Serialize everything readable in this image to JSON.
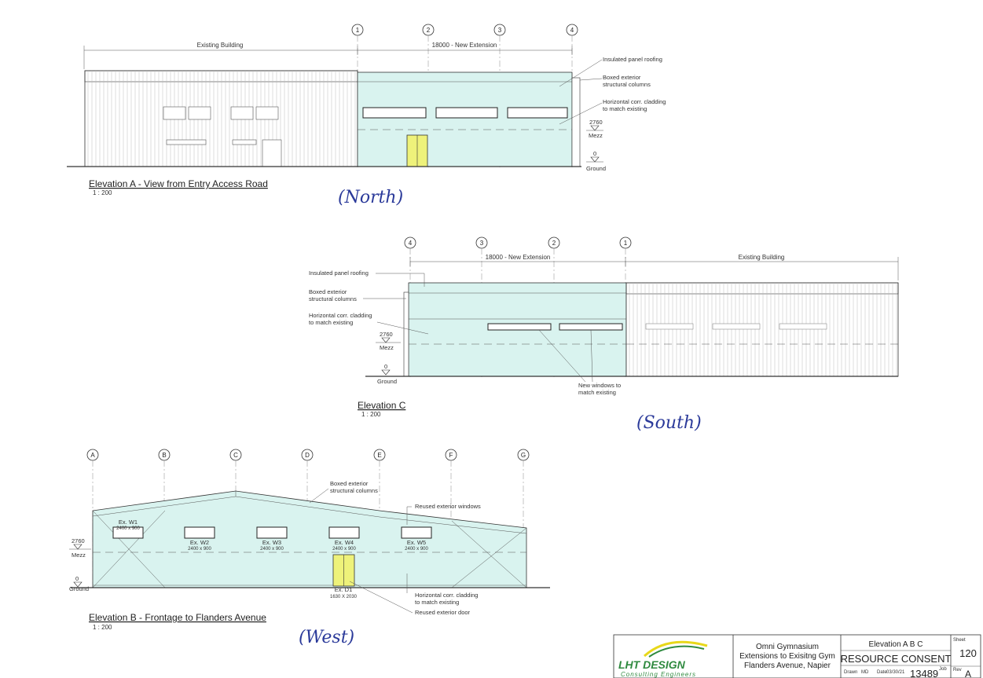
{
  "elevation_a": {
    "title": "Elevation A - View from Entry Access Road",
    "scale": "1 : 200",
    "direction_note": "(North)",
    "grid_labels": [
      "1",
      "2",
      "3",
      "4"
    ],
    "dim_existing": "Existing Building",
    "dim_extension": "18000 - New Extension",
    "notes": {
      "roofing": "Insulated panel roofing",
      "columns_1": "Boxed exterior",
      "columns_2": "structural columns",
      "cladding_1": "Horizontal corr. cladding",
      "cladding_2": "to match existing"
    },
    "levels": {
      "mezz_value": "2760",
      "mezz_label": "Mezz",
      "ground_value": "0",
      "ground_label": "Ground"
    }
  },
  "elevation_c": {
    "title": "Elevation C",
    "scale": "1 : 200",
    "direction_note": "(South)",
    "grid_labels": [
      "4",
      "3",
      "2",
      "1"
    ],
    "dim_extension": "18000 - New Extension",
    "dim_existing": "Existing Building",
    "notes": {
      "roofing": "Insulated panel roofing",
      "columns_1": "Boxed exterior",
      "columns_2": "structural columns",
      "cladding_1": "Horizontal corr. cladding",
      "cladding_2": "to match existing",
      "windows_1": "New windows to",
      "windows_2": "match existing"
    },
    "levels": {
      "mezz_value": "2760",
      "mezz_label": "Mezz",
      "ground_value": "0",
      "ground_label": "Ground"
    }
  },
  "elevation_b": {
    "title": "Elevation B - Frontage to Flanders Avenue",
    "scale": "1 : 200",
    "direction_note": "(West)",
    "grid_labels": [
      "A",
      "B",
      "C",
      "D",
      "E",
      "F",
      "G"
    ],
    "windows": [
      {
        "name": "Ex. W1",
        "size": "2400 x 900"
      },
      {
        "name": "Ex. W2",
        "size": "2400 x 900"
      },
      {
        "name": "Ex. W3",
        "size": "2400 x 900"
      },
      {
        "name": "Ex. W4",
        "size": "2400 x 900"
      },
      {
        "name": "Ex. W5",
        "size": "2400 x 900"
      }
    ],
    "door": {
      "name": "Ex. D1",
      "size": "1630 X 2030"
    },
    "notes": {
      "columns_1": "Boxed exterior",
      "columns_2": "structural columns",
      "reused_windows": "Reused exterior windows",
      "cladding_1": "Horizontal corr. cladding",
      "cladding_2": "to match existing",
      "reused_door": "Reused exterior door"
    },
    "levels": {
      "mezz_value": "2760",
      "mezz_label": "Mezz",
      "ground_value": "0",
      "ground_label": "Ground"
    }
  },
  "title_block": {
    "logo_text": "LHT DESIGN",
    "logo_sub": "Consulting Engineers",
    "project_1": "Omni Gymnasium",
    "project_2": "Extensions to Exisitng Gym",
    "project_3": "Flanders Avenue, Napier",
    "drawing_title": "Elevation A B C",
    "status": "RESOURCE CONSENT",
    "sheet_label": "Sheet",
    "sheet": "120",
    "drawn_label": "Drawn",
    "drawn": "MD",
    "date_label": "Date",
    "date": "03/30/21",
    "job_label": "Job",
    "job": "13489",
    "rev_label": "Rev",
    "rev": "A"
  },
  "colors": {
    "extension_fill": "#d9f3ef",
    "door_fill": "#eef27a",
    "handwriting": "#2b3a9a",
    "logo": "#2f8a3f"
  }
}
